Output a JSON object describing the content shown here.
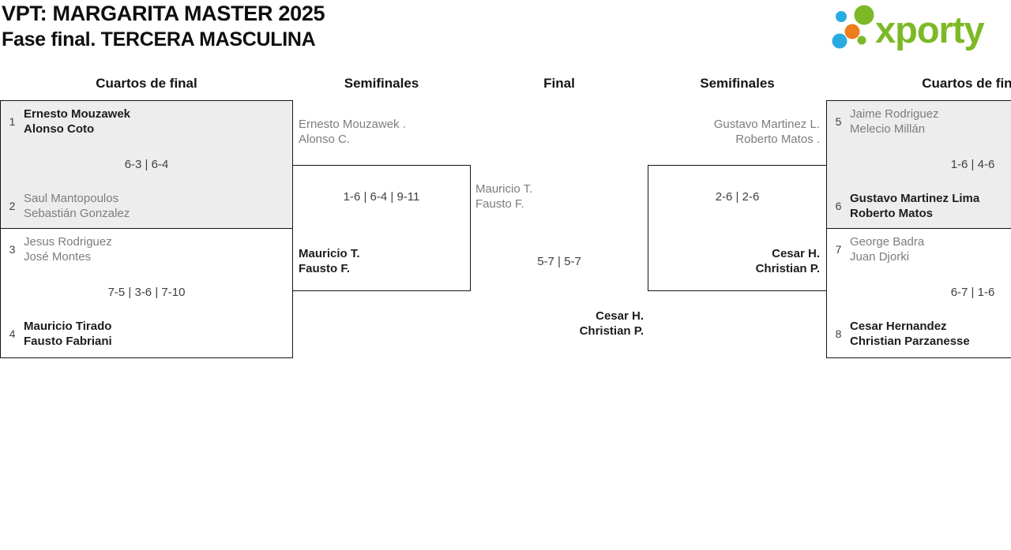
{
  "header": {
    "title": "VPT: MARGARITA MASTER 2025",
    "subtitle": "Fase final. TERCERA MASCULINA",
    "logo_text": "xporty"
  },
  "columns": {
    "qf_left": "Cuartos de final",
    "sf_left": "Semifinales",
    "final": "Final",
    "sf_right": "Semifinales",
    "qf_right": "Cuartos de final"
  },
  "matches": {
    "qf_left_1": {
      "seed_top": "1",
      "top_line1": "Ernesto Mouzawek",
      "top_line2": "Alonso Coto",
      "score": "6-3 | 6-4",
      "seed_bottom": "2",
      "bottom_line1": "Saul Mantopoulos",
      "bottom_line2": "Sebastián Gonzalez"
    },
    "qf_left_2": {
      "seed_top": "3",
      "top_line1": "Jesus Rodriguez",
      "top_line2": "José Montes",
      "score": "7-5 | 3-6 | 7-10",
      "seed_bottom": "4",
      "bottom_line1": "Mauricio Tirado",
      "bottom_line2": "Fausto Fabriani"
    },
    "sf_left": {
      "top_line1": "Ernesto Mouzawek .",
      "top_line2": "Alonso C.",
      "score": "1-6 | 6-4 | 9-11",
      "winner_line1": "Mauricio T.",
      "winner_line2": "Fausto F."
    },
    "final": {
      "left_line1": "Mauricio T.",
      "left_line2": "Fausto F.",
      "score": "5-7 | 5-7",
      "champion_line1": "Cesar H.",
      "champion_line2": "Christian P."
    },
    "sf_right": {
      "top_line1": "Gustavo Martinez L.",
      "top_line2": "Roberto Matos .",
      "score": "2-6 | 2-6",
      "winner_line1": "Cesar H.",
      "winner_line2": "Christian P."
    },
    "qf_right_1": {
      "seed_top": "5",
      "top_line1": "Jaime Rodriguez",
      "top_line2": "Melecio Millán",
      "score": "1-6 | 4-6",
      "seed_bottom": "6",
      "bottom_line1": "Gustavo Martinez Lima",
      "bottom_line2": "Roberto Matos"
    },
    "qf_right_2": {
      "seed_top": "7",
      "top_line1": "George Badra",
      "top_line2": "Juan Djorki",
      "score": "6-7 | 1-6",
      "seed_bottom": "8",
      "bottom_line1": "Cesar Hernandez",
      "bottom_line2": "Christian Parzanesse"
    }
  },
  "colors": {
    "logo_green": "#7db927",
    "logo_blue": "#29abe2",
    "logo_orange": "#ee7c1b",
    "box_shaded": "#ededed",
    "winner_text": "#1d1d1d",
    "loser_text": "#7d7d7d",
    "score_text": "#3f3f3f"
  }
}
